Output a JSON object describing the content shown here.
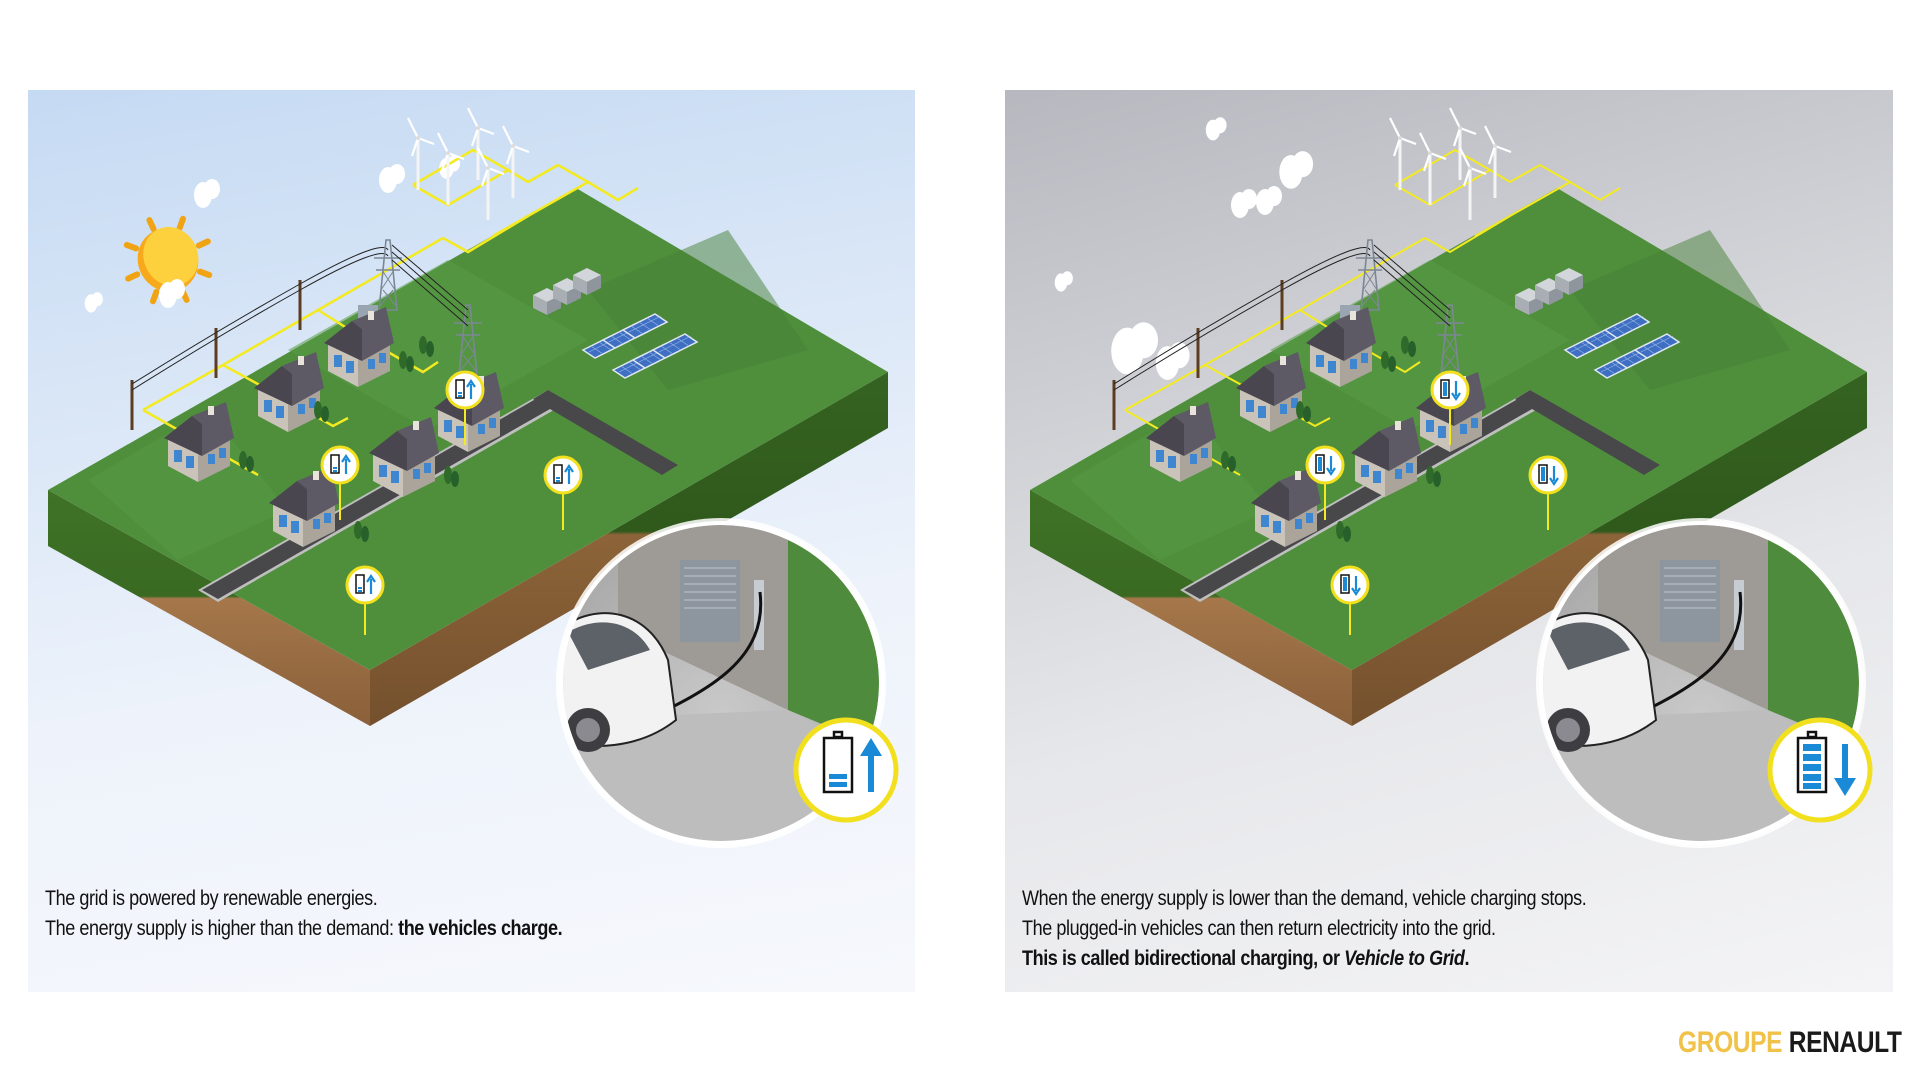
{
  "left_panel": {
    "scenario": "charging",
    "sky_colors": [
      "#c5daf3",
      "#f6f8fc"
    ],
    "has_sun": true,
    "caption": {
      "line1": "The grid is powered by renewable energies.",
      "line2_prefix": "The energy supply is higher than the demand: ",
      "line2_bold": "the vehicles charge."
    },
    "house_badges": [
      {
        "icon": "battery-low-arrow-up-icon",
        "direction": "up"
      },
      {
        "icon": "battery-low-arrow-up-icon",
        "direction": "up"
      },
      {
        "icon": "battery-low-arrow-up-icon",
        "direction": "up"
      },
      {
        "icon": "battery-low-arrow-up-icon",
        "direction": "up"
      }
    ],
    "inset_badge": {
      "icon": "battery-low-arrow-up-icon",
      "level_bars": 2,
      "direction": "up"
    }
  },
  "right_panel": {
    "scenario": "vehicle-to-grid",
    "sky_colors": [
      "#b7b8bf",
      "#f4f4f6"
    ],
    "has_sun": false,
    "caption": {
      "line1": "When the energy supply is lower than the demand, vehicle charging stops.",
      "line2": "The plugged-in vehicles can then return electricity into the grid.",
      "line3_bold": "This is called bidirectional charging, or ",
      "line3_italic": "Vehicle to Grid",
      "line3_end": "."
    },
    "house_badges": [
      {
        "icon": "battery-full-arrow-down-icon",
        "direction": "down"
      },
      {
        "icon": "battery-full-arrow-down-icon",
        "direction": "down"
      },
      {
        "icon": "battery-full-arrow-down-icon",
        "direction": "down"
      },
      {
        "icon": "battery-full-arrow-down-icon",
        "direction": "down"
      }
    ],
    "inset_badge": {
      "icon": "battery-full-arrow-down-icon",
      "level_bars": 5,
      "direction": "down"
    }
  },
  "colors": {
    "grass": "#4f8f3c",
    "grass_side": "#3d6e24",
    "soil": "#9a6f45",
    "road": "#4a4a4d",
    "power_line": "#f3ea20",
    "badge_ring": "#f2e01f",
    "battery_blue": "#1a8ad6",
    "arrow_blue": "#1a8ad6"
  },
  "logo": {
    "groupe": "GROUPE",
    "renault": "RENAULT"
  }
}
